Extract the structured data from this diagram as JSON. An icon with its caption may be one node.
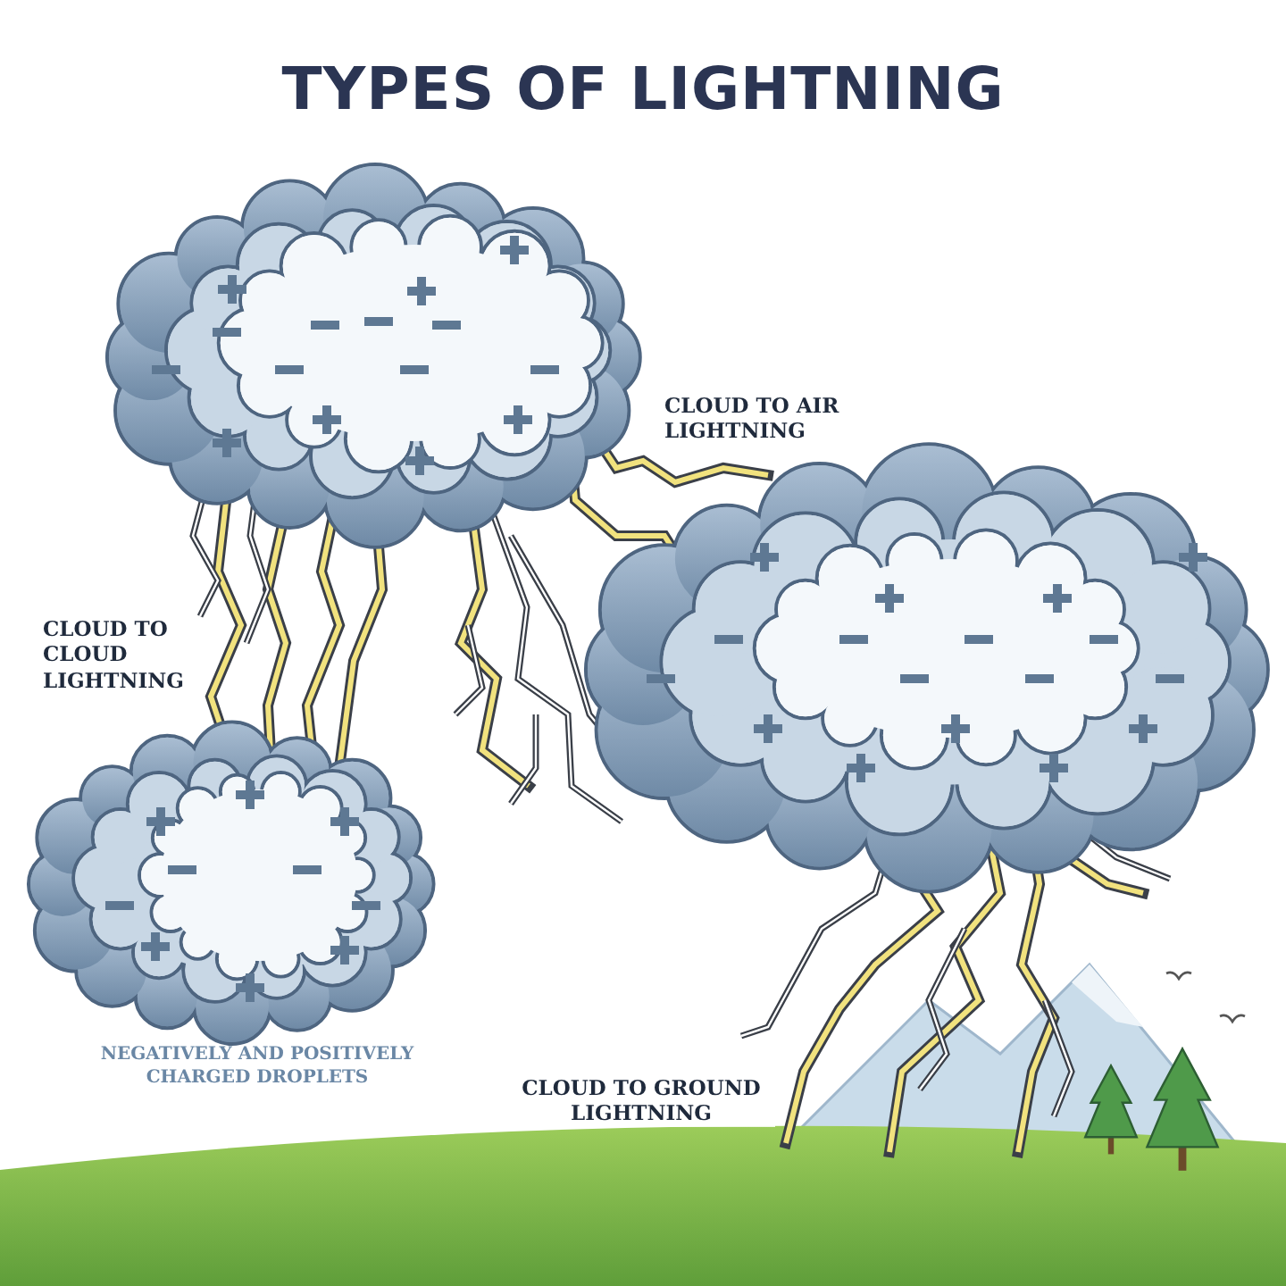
{
  "diagram": {
    "title": "TYPES OF LIGHTNING",
    "labels": [
      "CLOUD TO AIR LIGHTNING",
      "CLOUD TO CLOUD LIGHTNING",
      "NEGATIVELY AND POSITIVELY CHARGED DROPLETS",
      "CLOUD TO GROUND LIGHTNING"
    ]
  }
}
